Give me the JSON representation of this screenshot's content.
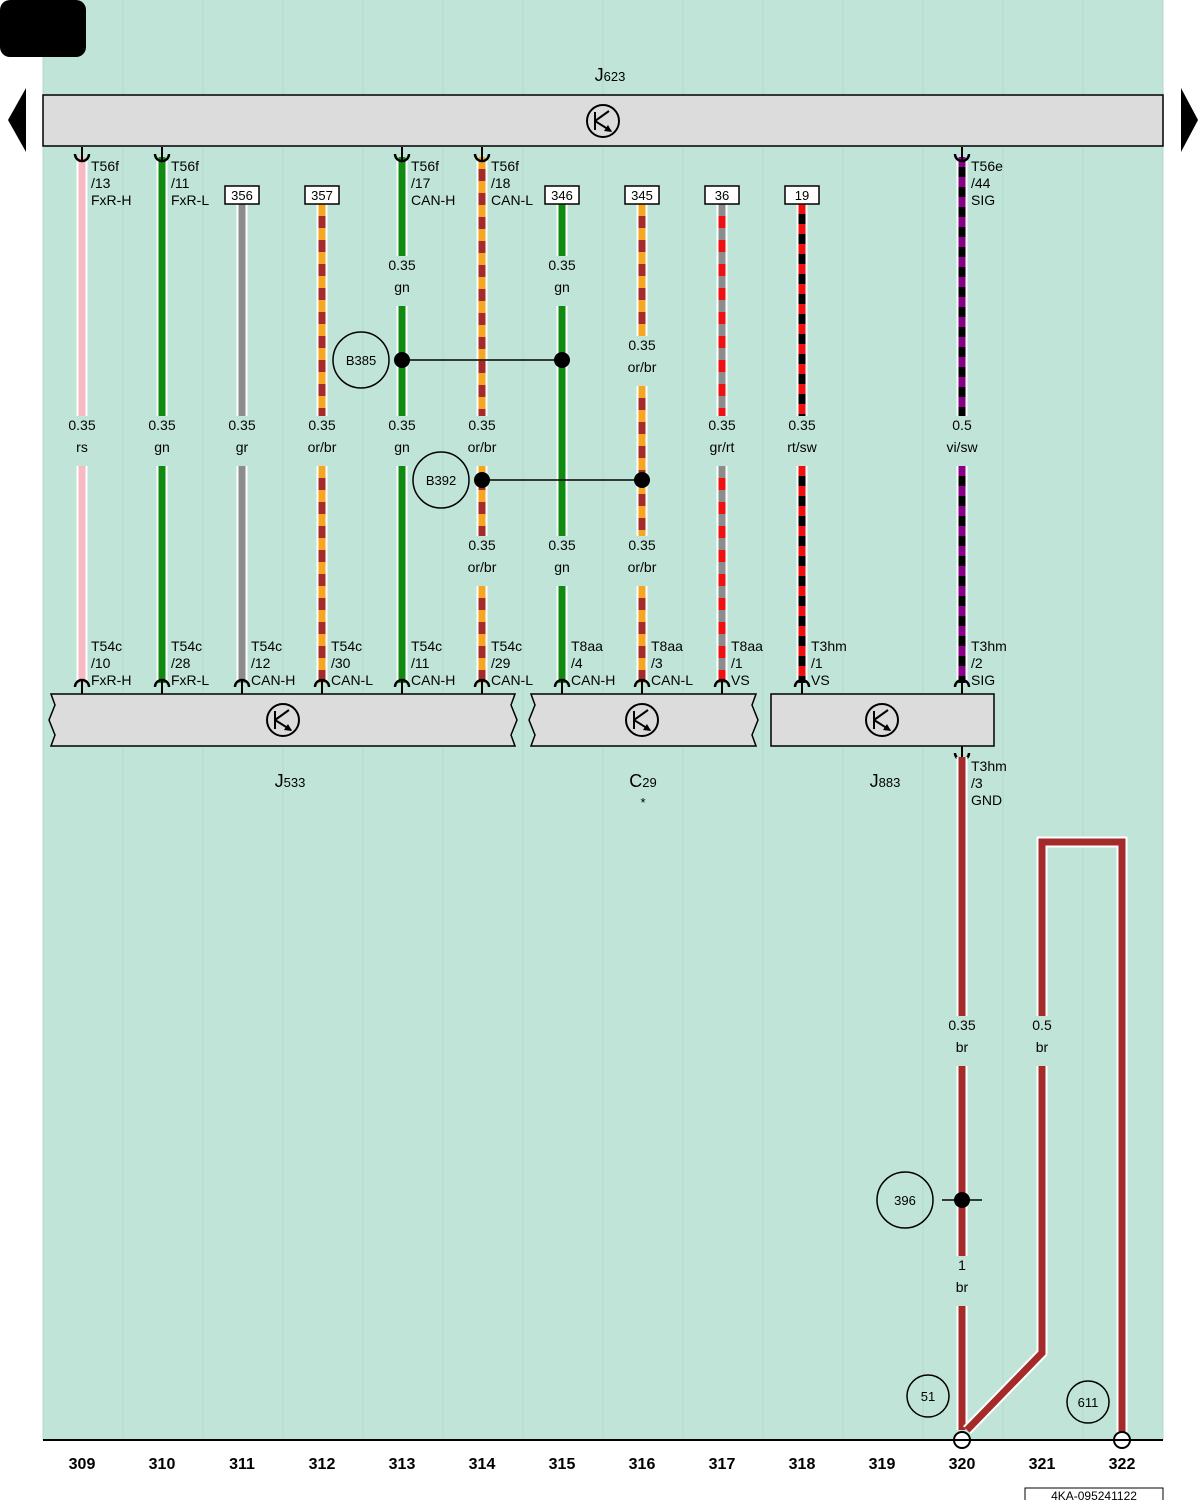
{
  "page_badge": "",
  "document_code": "4KA-095241122",
  "columns": [
    "309",
    "310",
    "311",
    "312",
    "313",
    "314",
    "315",
    "316",
    "317",
    "318",
    "319",
    "320",
    "321",
    "322"
  ],
  "top_unit": {
    "id": "J623",
    "letter": "J",
    "number": "623"
  },
  "bottom_units": [
    {
      "id": "J533",
      "letter": "J",
      "number": "533",
      "note": ""
    },
    {
      "id": "C29",
      "letter": "C",
      "number": "29",
      "note": "*"
    },
    {
      "id": "J883",
      "letter": "J",
      "number": "883",
      "note": ""
    }
  ],
  "wires": [
    {
      "column": "309",
      "colors": [
        "#f7b9c3"
      ],
      "top_pin": [
        "T56f",
        "/13",
        "FxR-H"
      ],
      "bottom_pin": [
        "T54c",
        "/10",
        "FxR-H"
      ],
      "labels": [
        [
          "0.35",
          "rs"
        ]
      ]
    },
    {
      "column": "310",
      "colors": [
        "#118a11"
      ],
      "top_pin": [
        "T56f",
        "/11",
        "FxR-L"
      ],
      "bottom_pin": [
        "T54c",
        "/28",
        "FxR-L"
      ],
      "labels": [
        [
          "0.35",
          "gn"
        ]
      ]
    },
    {
      "column": "311",
      "colors": [
        "#8c8c8c"
      ],
      "top_ref": "356",
      "bottom_pin": [
        "T54c",
        "/12",
        "CAN-H"
      ],
      "labels": [
        [
          "0.35",
          "gr"
        ]
      ]
    },
    {
      "column": "312",
      "colors": [
        "#f5a623",
        "#a52a2a"
      ],
      "top_ref": "357",
      "bottom_pin": [
        "T54c",
        "/30",
        "CAN-L"
      ],
      "labels": [
        [
          "0.35",
          "or/br"
        ]
      ]
    },
    {
      "column": "313",
      "colors": [
        "#118a11"
      ],
      "top_pin": [
        "T56f",
        "/17",
        "CAN-H"
      ],
      "bottom_pin": [
        "T54c",
        "/11",
        "CAN-H"
      ],
      "labels": [
        [
          "0.35",
          "gn"
        ],
        [
          "0.35",
          "gn"
        ]
      ]
    },
    {
      "column": "314",
      "colors": [
        "#f5a623",
        "#a52a2a"
      ],
      "top_pin": [
        "T56f",
        "/18",
        "CAN-L"
      ],
      "bottom_pin": [
        "T54c",
        "/29",
        "CAN-L"
      ],
      "labels": [
        [
          "0.35",
          "or/br"
        ],
        [
          "0.35",
          "or/br"
        ]
      ]
    },
    {
      "column": "315",
      "colors": [
        "#118a11"
      ],
      "top_ref": "346",
      "bottom_pin": [
        "T8aa",
        "/4",
        "CAN-H"
      ],
      "labels": [
        [
          "0.35",
          "gn"
        ],
        [
          "0.35",
          "gn"
        ]
      ]
    },
    {
      "column": "316",
      "colors": [
        "#f5a623",
        "#a52a2a"
      ],
      "top_ref": "345",
      "bottom_pin": [
        "T8aa",
        "/3",
        "CAN-L"
      ],
      "labels": [
        [
          "0.35",
          "or/br"
        ],
        [
          "0.35",
          "or/br"
        ]
      ]
    },
    {
      "column": "317",
      "colors": [
        "#8c8c8c",
        "#ee1111"
      ],
      "top_ref": "36",
      "bottom_pin": [
        "T8aa",
        "/1",
        "VS"
      ],
      "labels": [
        [
          "0.35",
          "gr/rt"
        ]
      ]
    },
    {
      "column": "318",
      "colors": [
        "#ee1111",
        "#000000"
      ],
      "top_ref": "19",
      "bottom_pin": [
        "T3hm",
        "/1",
        "VS"
      ],
      "labels": [
        [
          "0.35",
          "rt/sw"
        ]
      ]
    },
    {
      "column": "320",
      "colors": [
        "#8b008b",
        "#000000"
      ],
      "top_pin": [
        "T56e",
        "/44",
        "SIG"
      ],
      "bottom_pin": [
        "T3hm",
        "/2",
        "SIG"
      ],
      "labels": [
        [
          "0.5",
          "vi/sw"
        ]
      ]
    }
  ],
  "splices": [
    {
      "id": "B385",
      "columns": [
        "313",
        "315"
      ]
    },
    {
      "id": "B392",
      "columns": [
        "314",
        "316"
      ]
    }
  ],
  "ground": {
    "pin": [
      "T3hm",
      "/3",
      "GND"
    ],
    "color": "#a52a2a",
    "label_upper": [
      "0.35",
      "br"
    ],
    "label_lower": [
      "1",
      "br"
    ],
    "loop_label": [
      "0.5",
      "br"
    ],
    "junction": "396",
    "ground_points": [
      "51",
      "611"
    ]
  }
}
